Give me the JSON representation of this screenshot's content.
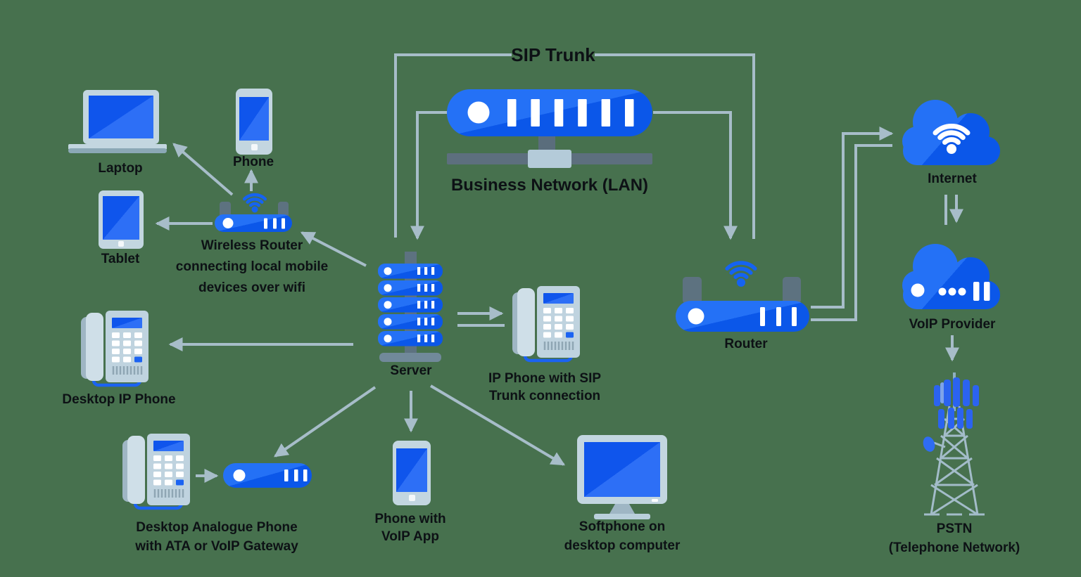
{
  "colors": {
    "background": "#47714e",
    "device_blue": "#1563f2",
    "device_blue_dark": "#0b57e9",
    "device_blue_light": "#2471f6",
    "screen_blue_dark": "#0f55ec",
    "screen_blue_light": "#2d6ff6",
    "connector_gray": "#a7bdc9",
    "chassis_gray": "#c3d6e0",
    "stand_gray": "#5d7280",
    "text": "#0d1115"
  },
  "labels": {
    "sip_trunk": "SIP Trunk",
    "business_network": "Business Network (LAN)",
    "laptop": "Laptop",
    "phone": "Phone",
    "tablet": "Tablet",
    "wireless_router": [
      "Wireless Router",
      "connecting local mobile",
      "devices over wifi"
    ],
    "desktop_ip_phone": "Desktop IP Phone",
    "server": "Server",
    "ip_phone_sip": [
      "IP Phone with SIP",
      "Trunk connection"
    ],
    "desktop_analogue": [
      "Desktop Analogue Phone",
      "with ATA or VoIP Gateway"
    ],
    "phone_voip": [
      "Phone with",
      "VoIP App"
    ],
    "softphone": [
      "Softphone on",
      "desktop computer"
    ],
    "router": "Router",
    "internet": "Internet",
    "voip_provider": "VoIP Provider",
    "pstn": [
      "PSTN",
      "(Telephone Network)"
    ]
  }
}
